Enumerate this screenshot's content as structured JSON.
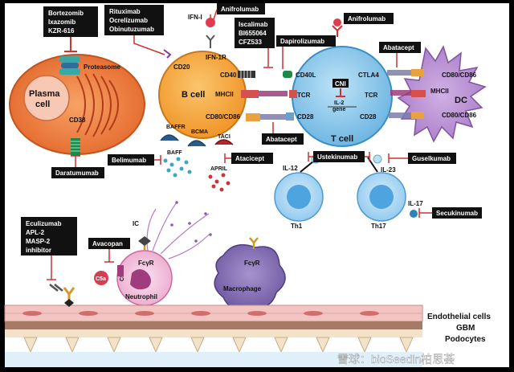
{
  "drugs": {
    "bortezomib": [
      "Bortezomib",
      "Ixazomib",
      "KZR-616"
    ],
    "rituximab": [
      "Rituximab",
      "Ocrelizumab",
      "Obinutuzumab"
    ],
    "anifrolumab_top": "Anifrolumab",
    "iscalimab": [
      "Iscalimab",
      "BI655064",
      "CFZ533"
    ],
    "anifrolumab_tcell": "Anifrolumab",
    "dapirolizumab": "Dapirolizumab",
    "abatacept_top": "Abatacept",
    "abatacept_bottom": "Abatacept",
    "daratumumab": "Daratumumab",
    "belimumab": "Belimumab",
    "atacicept": "Atacicept",
    "ustekinumab": "Ustekinumab",
    "guselkumab": "Guselkumab",
    "secukinumab": "Secukinumab",
    "eculizumab": [
      "Eculizumab",
      "APL-2",
      "MASP-2",
      "inhibitor"
    ],
    "avacopan": "Avacopan"
  },
  "cells": {
    "plasma": [
      "Plasma",
      "cell"
    ],
    "bcell": "B cell",
    "tcell": "T cell",
    "dc": "DC",
    "th1": "Th1",
    "th17": "Th17",
    "neutrophil": "Neutrophil",
    "macrophage": "Macrophage"
  },
  "markers": {
    "proteasome": "Proteasome",
    "cd38": "CD38",
    "ifn1": "IFN-I",
    "ifn1r": "IFN-1R",
    "cd20": "CD20",
    "cd40": "CD40",
    "cd40l": "CD40L",
    "mhcii_b": "MHCII",
    "tcr_b": "TCR",
    "cd80_b": "CD80/CD86",
    "cd28_b": "CD28",
    "baffr": "BAFFR",
    "bcma": "BCMA",
    "taci": "TACI",
    "baff": "BAFF",
    "april": "APRIL",
    "cni": "CNI",
    "il2": [
      "IL-2",
      "gene"
    ],
    "ctla4": "CTLA4",
    "tcr_dc": "TCR",
    "mhcii_dc": "MHCII",
    "cd28_dc": "CD28",
    "cd80_dc_top": "CD80/CD86",
    "cd80_dc_bottom": "CD80/CD86",
    "il12": "IL-12",
    "il23": "IL-23",
    "il17": "IL-17",
    "ic": "IC",
    "fcgr_n": "FcγR",
    "fcgr_m": "FcγR",
    "c5ar": "C5aR",
    "c5a": "C5a"
  },
  "layers": [
    "Endothelial cells",
    "GBM",
    "Podocytes"
  ],
  "watermark": "雪球：bioSeedin柏思荟",
  "colors": {
    "drug_box": "#111111",
    "plasma": "#e8733a",
    "bcell": "#f5a43a",
    "tcell": "#7cc0e6",
    "dc": "#b98fd1",
    "th": "#8ec8ef",
    "neutrophil": "#f1c2de",
    "macrophage": "#8a74b8",
    "endothelium": "#f2c4c2"
  }
}
